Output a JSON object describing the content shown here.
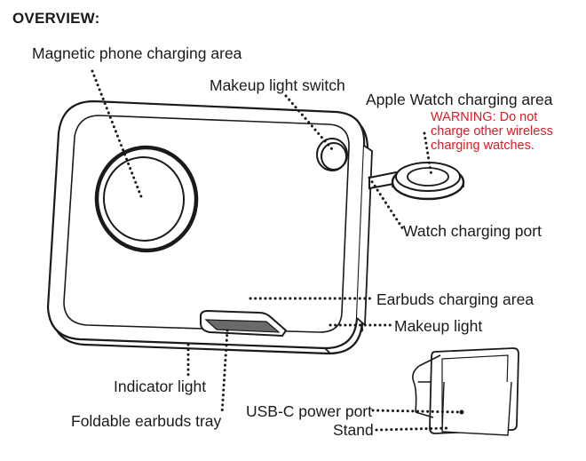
{
  "title": "OVERVIEW:",
  "labels": {
    "phone_area": "Magnetic phone charging area",
    "makeup_switch": "Makeup light switch",
    "watch_area": "Apple Watch charging area",
    "watch_port": "Watch charging port",
    "earbuds_area": "Earbuds charging area",
    "makeup_light": "Makeup light",
    "indicator_light": "Indicator light",
    "earbuds_tray": "Foldable earbuds tray",
    "usbc_port": "USB-C power port",
    "stand": "Stand"
  },
  "warning": {
    "lines": [
      "WARNING: Do not",
      "charge other wireless",
      "charging watches."
    ],
    "color": "#d4202a"
  },
  "colors": {
    "line": "#1a1a1a",
    "device_fill": "#ffffff",
    "vent": "#7a7a7a"
  }
}
